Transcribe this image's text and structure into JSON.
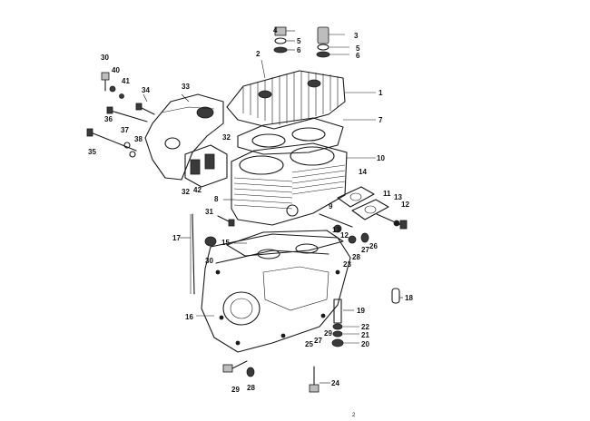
{
  "labels": {
    "p1": "1",
    "p2": "2",
    "p3": "3",
    "p4": "4",
    "p5a": "5",
    "p5b": "5",
    "p6a": "6",
    "p6b": "6",
    "p7": "7",
    "p8": "8",
    "p9": "9",
    "p10": "10",
    "p11": "11",
    "p12a": "12",
    "p12b": "12",
    "p13a": "13",
    "p13b": "13",
    "p14": "14",
    "p15": "15",
    "p16": "16",
    "p17": "17",
    "p18": "18",
    "p19": "19",
    "p20": "20",
    "p21": "21",
    "p22": "22",
    "p23": "23",
    "p24": "24",
    "p25": "25",
    "p26": "26",
    "p27a": "27",
    "p27b": "27",
    "p28a": "28",
    "p28b": "28",
    "p29a": "29",
    "p29b": "29",
    "p30a": "30",
    "p30b": "30",
    "p31": "31",
    "p32a": "32",
    "p32b": "32",
    "p33": "33",
    "p34": "34",
    "p35": "35",
    "p36": "36",
    "p37": "37",
    "p38": "38",
    "p40": "40",
    "p41": "41",
    "p42": "42",
    "pagemark": "2"
  }
}
